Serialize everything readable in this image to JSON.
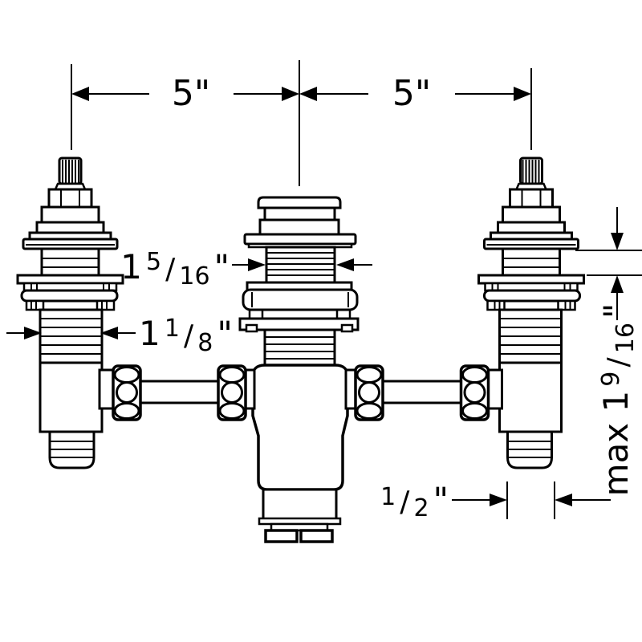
{
  "page": {
    "background": "#ffffff",
    "line_color": "#000000",
    "drawing_type": "installation dimension drawing"
  },
  "labels": {
    "spread_left": {
      "text": "5\""
    },
    "spread_right": {
      "text": "5\""
    },
    "spout_shank": {
      "whole": "1",
      "numerator": "5",
      "slash": "/",
      "denominator": "16",
      "unit": "\""
    },
    "valve_shank": {
      "whole": "1",
      "numerator": "1",
      "slash": "/",
      "denominator": "8",
      "unit": "\""
    },
    "max_thickness": {
      "prefix": "max 1",
      "numerator": "9",
      "slash": "/",
      "denominator": "16",
      "unit": "\""
    },
    "outlet": {
      "numerator": "1",
      "slash": "/",
      "denominator": "2",
      "unit": "\""
    }
  }
}
